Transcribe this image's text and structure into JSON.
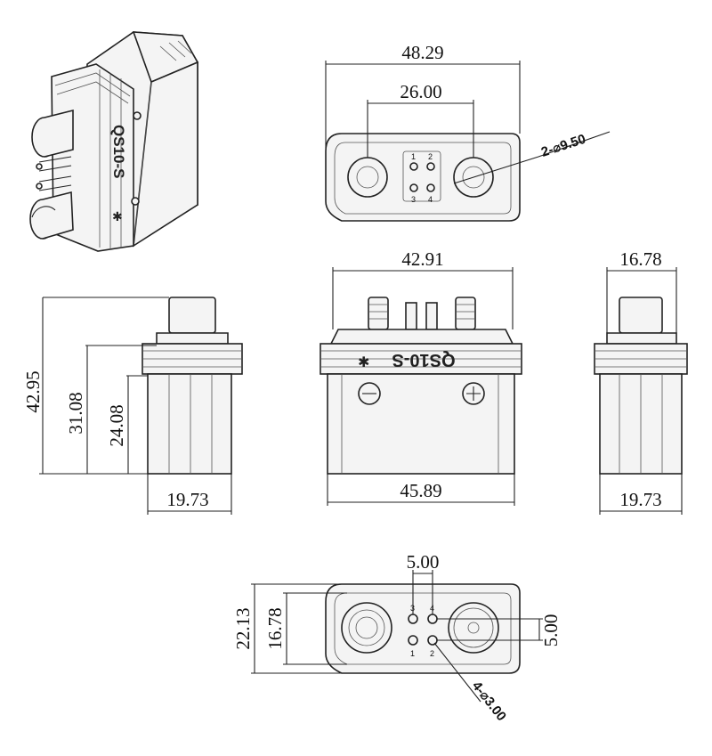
{
  "colors": {
    "line": "#222222",
    "fill": "#f4f4f4",
    "background": "#ffffff"
  },
  "product": {
    "label": "QS10-S",
    "mirrored_label": "QS10-S",
    "logo_glyph": "✱"
  },
  "views": {
    "iso": {
      "label": "QS10-S"
    },
    "top": {
      "overall_width": "48.29",
      "hole_spacing": "26.00",
      "hole_callout": "2-⌀9.50",
      "pin_numbers": [
        "1",
        "2",
        "3",
        "4"
      ]
    },
    "side_left": {
      "height_total": "42.95",
      "height_mid": "31.08",
      "height_body": "24.08",
      "width": "19.73"
    },
    "front": {
      "top_width": "42.91",
      "bottom_width": "45.89",
      "minus_symbol": "−",
      "plus_symbol": "+"
    },
    "side_right": {
      "top_width": "16.78",
      "width": "19.73"
    },
    "bottom": {
      "pin_pitch_h": "5.00",
      "pin_pitch_v": "5.00",
      "outer_height": "22.13",
      "inner_height": "16.78",
      "pin_callout": "4-⌀3.00",
      "pin_numbers": [
        "3",
        "4",
        "1",
        "2"
      ]
    }
  }
}
